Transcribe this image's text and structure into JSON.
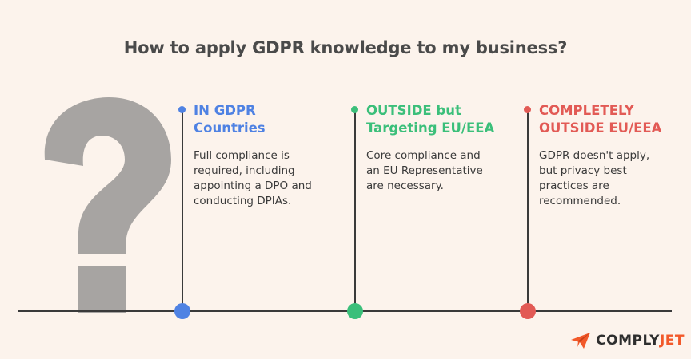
{
  "title": "How to apply GDPR knowledge to my business?",
  "columns": [
    {
      "heading": "IN GDPR\nCountries",
      "text": "Full compliance is\nrequired, including\nappointing a DPO and\nconducting DPIAs.",
      "color": "#4f82e3"
    },
    {
      "heading": "OUTSIDE but\nTargeting EU/EEA",
      "text": "Core compliance and\nan EU Representative\nare necessary.",
      "color": "#3bbf7a"
    },
    {
      "heading": "COMPLETELY\nOUTSIDE EU/EEA",
      "text": "GDPR doesn't apply,\nbut privacy best\npractices are\nrecommended.",
      "color": "#e25a55"
    }
  ],
  "brand": {
    "name_part1": "COMPLY",
    "name_part2": "JET",
    "logo_icon": "paper-plane-icon",
    "accent": "#f2592a"
  },
  "decoration": {
    "icon": "question-mark-icon",
    "color": "#a7a4a2"
  }
}
